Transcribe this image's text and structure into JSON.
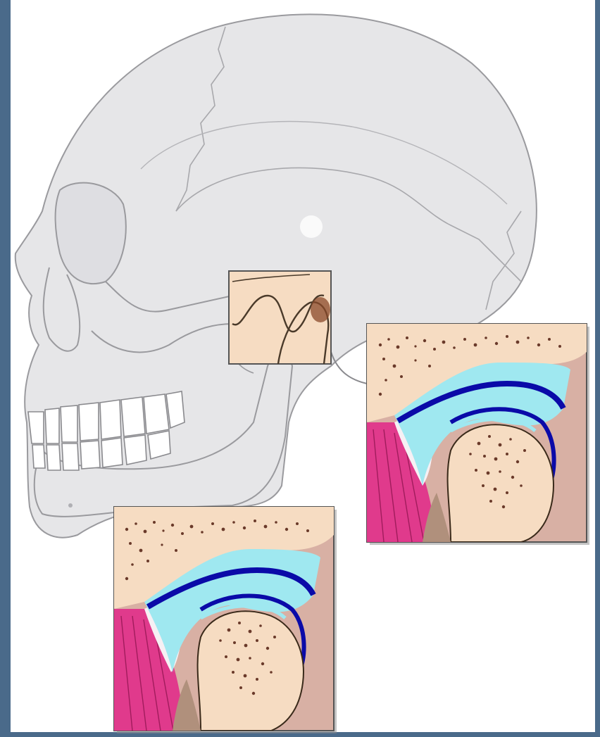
{
  "figure": {
    "subject": "skull-lateral-view-with-tmj-insets",
    "insets": [
      {
        "id": "joint-overview",
        "content": "temporomandibular-joint-closeup"
      },
      {
        "id": "joint-detail-upper",
        "content": "articular-disc-cross-section"
      },
      {
        "id": "joint-detail-lower",
        "content": "articular-disc-cross-section"
      }
    ]
  },
  "colors": {
    "frame": "#4a6a8a",
    "background": "#ffffff",
    "skull_fill": "#e6e6e8",
    "skull_line": "#9a9a9e",
    "bone_fill": "#f6dcc2",
    "disc_dark": "#0a0aa8",
    "disc_light": "#9fe8f0",
    "muscle": "#e03a8c",
    "soft_tissue": "#d8b0a4",
    "bone_speckle": "#6a3a2a"
  }
}
